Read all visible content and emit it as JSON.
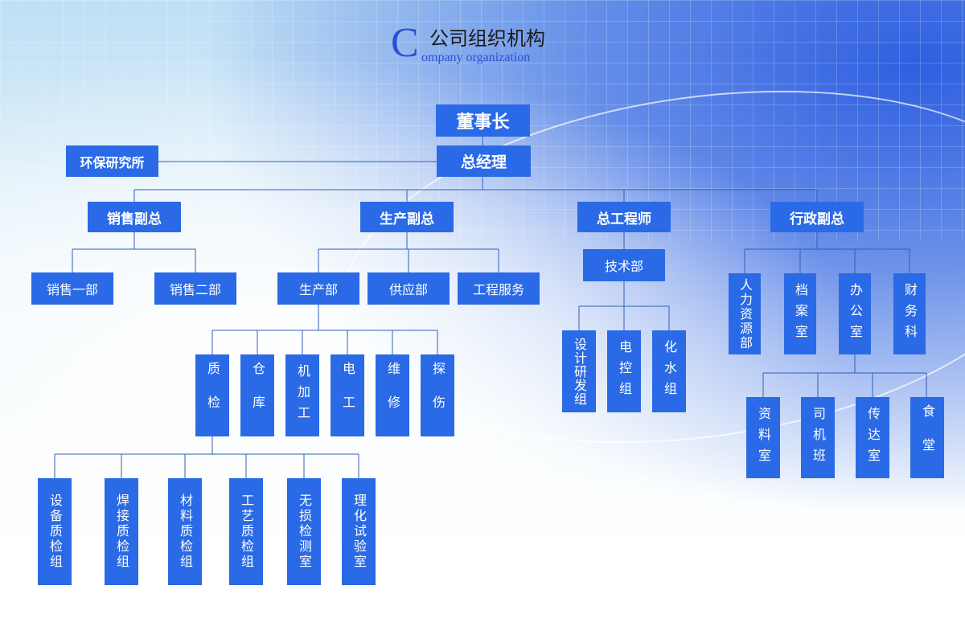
{
  "title": {
    "c": "C",
    "zh": "公司组织机构",
    "en": "ompany organization"
  },
  "colors": {
    "box": "#2a6ae6",
    "line": "#2f5fb8",
    "title_blue": "#2a4fd6"
  },
  "org": {
    "chairman": "董事长",
    "gm": "总经理",
    "env": "环保研究所",
    "vp_sales": "销售副总",
    "vp_prod": "生产副总",
    "chief_eng": "总工程师",
    "vp_admin": "行政副总",
    "sales1": "销售一部",
    "sales2": "销售二部",
    "prod_dept": "生产部",
    "supply": "供应部",
    "eng_service": "工程服务",
    "tech": "技术部",
    "hr": "人力资源部",
    "archive": "档案室",
    "office": "办公室",
    "finance": "财务科",
    "qc": "质检",
    "warehouse": "仓库",
    "machining": "机加工",
    "electrician": "电工",
    "maintenance": "维修",
    "flaw": "探伤",
    "design": "设计研发组",
    "elec_ctrl": "电控组",
    "chem_water": "化水组",
    "data_room": "资料室",
    "driver": "司机班",
    "reception": "传达室",
    "canteen": "食堂",
    "equip_qc": "设备质检组",
    "weld_qc": "焊接质检组",
    "material_qc": "材料质检组",
    "process_qc": "工艺质检组",
    "ndt": "无损检测室",
    "lab": "理化试验室"
  }
}
